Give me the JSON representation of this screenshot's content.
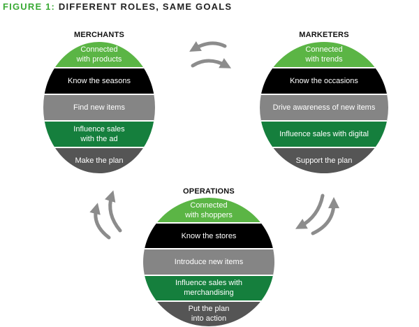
{
  "figure": {
    "number": "FIGURE 1:",
    "title": "DIFFERENT ROLES, SAME GOALS"
  },
  "roles": {
    "merchants": {
      "title": "MERCHANTS",
      "items": [
        "Connected\nwith products",
        "Know the seasons",
        "Find new items",
        "Influence sales\nwith the ad",
        "Make the plan"
      ]
    },
    "marketers": {
      "title": "MARKETERS",
      "items": [
        "Connected\nwith trends",
        "Know the occasions",
        "Drive awareness of new items",
        "Influence sales with digital",
        "Support the plan"
      ]
    },
    "operations": {
      "title": "OPERATIONS",
      "items": [
        "Connected\nwith shoppers",
        "Know the stores",
        "Introduce new items",
        "Influence sales with\nmerchandising",
        "Put the plan\ninto action"
      ]
    }
  },
  "colors": {
    "green": "#5bb545",
    "black": "#000000",
    "gray": "#858585",
    "dark_green": "#157f3d",
    "dark_gray": "#555555",
    "arrow": "#8c8c8c"
  }
}
